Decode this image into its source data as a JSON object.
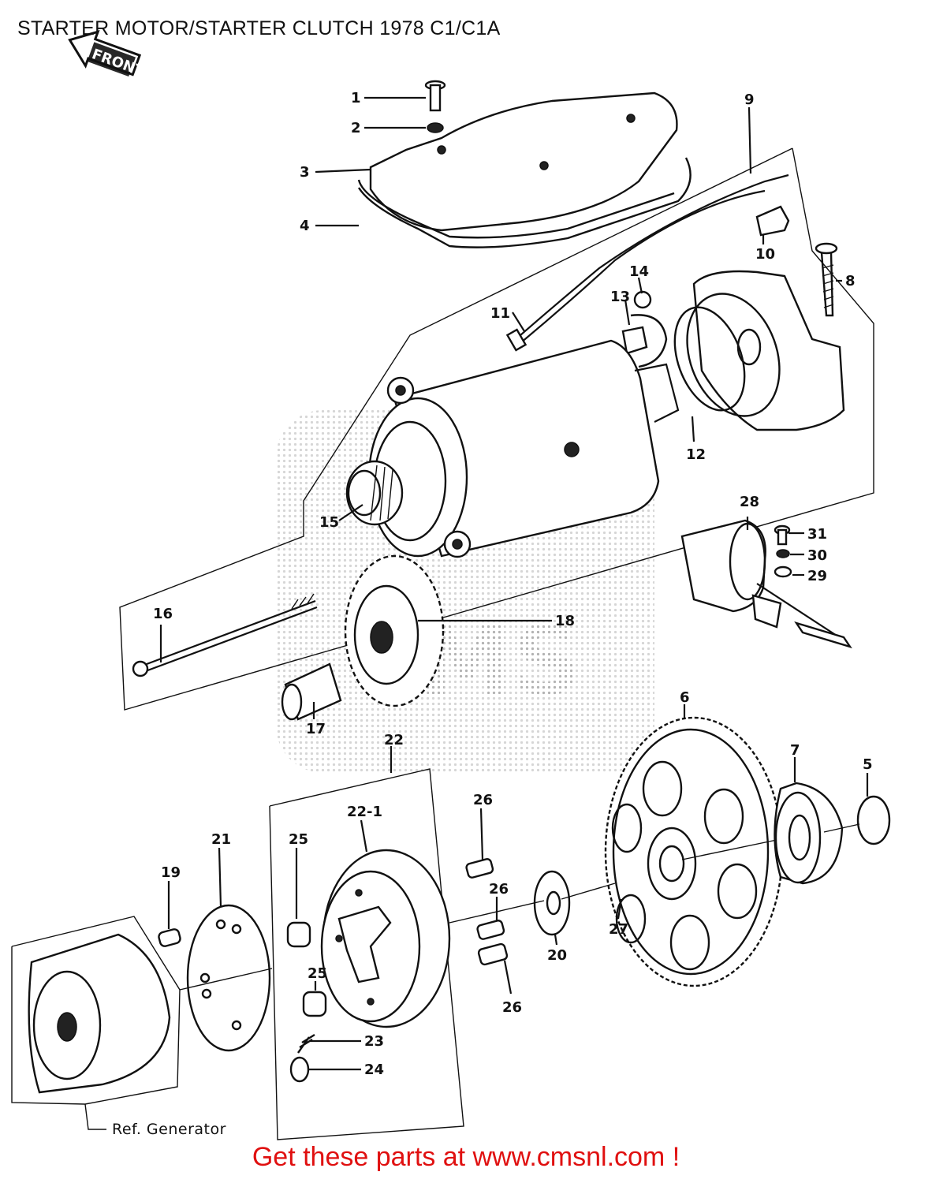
{
  "title": "STARTER MOTOR/STARTER CLUTCH 1978 C1/C1A",
  "front_tag": "FRONT",
  "watermark": "CMS",
  "reference_label": "Ref.  Generator",
  "cta": "Get these parts at www.cmsnl.com !",
  "colors": {
    "cta": "#e01010",
    "lines": "#111111",
    "background": "#ffffff"
  },
  "callouts": {
    "c1": "1",
    "c2": "2",
    "c3": "3",
    "c4": "4",
    "c5": "5",
    "c6": "6",
    "c7": "7",
    "c8": "8",
    "c9": "9",
    "c10": "10",
    "c11": "11",
    "c12": "12",
    "c13": "13",
    "c14": "14",
    "c15": "15",
    "c16": "16",
    "c17": "17",
    "c18": "18",
    "c19": "19",
    "c20": "20",
    "c21": "21",
    "c22": "22",
    "c22_1": "22-1",
    "c23": "23",
    "c24": "24",
    "c25a": "25",
    "c25b": "25",
    "c26a": "26",
    "c26b": "26",
    "c26c": "26",
    "c27": "27",
    "c28": "28",
    "c29": "29",
    "c30": "30",
    "c31": "31"
  }
}
